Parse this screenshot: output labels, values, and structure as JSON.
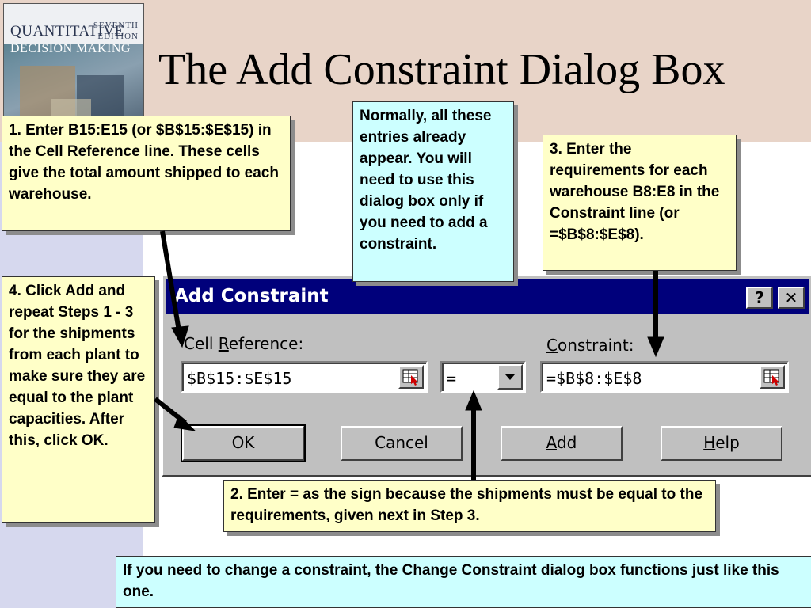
{
  "slide": {
    "title": "The Add Constraint Dialog Box"
  },
  "book": {
    "title_line1": "QUANTITATIVE",
    "title_line2": "DECISION MAKING",
    "edition_line1": "SEVENTH",
    "edition_line2": "EDITION"
  },
  "callouts": {
    "step1": "1. Enter B15:E15 (or $B$15:$E$15) in the Cell Reference line.  These cells give the total amount shipped to each warehouse.",
    "normally": "Normally, all these entries already appear. You will need to use this dialog box only if you need to add a constraint.",
    "step3": "3.  Enter the requirements for each warehouse B8:E8 in the Constraint line (or =$B$8:$E$8).",
    "step4": "4.  Click Add and repeat Steps 1 - 3 for the shipments from each plant to make sure they are equal to the plant capacities. After this, click OK.",
    "step2": "2.  Enter = as the sign because the shipments must be equal to the requirements, given next in Step 3.",
    "change": "If you need to change a constraint, the Change Constraint dialog box functions just like this one."
  },
  "dialog": {
    "title": "Add Constraint",
    "help_glyph": "?",
    "close_glyph": "✕",
    "cell_reference_label_pre": "Cell ",
    "cell_reference_label_accel": "R",
    "cell_reference_label_post": "eference:",
    "constraint_label_accel": "C",
    "constraint_label_post": "onstraint:",
    "cell_reference_value": "$B$15:$E$15",
    "operator_value": "=",
    "constraint_value": "=$B$8:$E$8",
    "buttons": {
      "ok": "OK",
      "cancel": "Cancel",
      "add_accel": "A",
      "add_rest": "dd",
      "help_accel": "H",
      "help_rest": "elp"
    }
  },
  "colors": {
    "callout_yellow": "#ffffc8",
    "callout_cyan": "#ccffff",
    "dialog_titlebar": "#00007b",
    "dialog_face": "#c0c0c0"
  }
}
